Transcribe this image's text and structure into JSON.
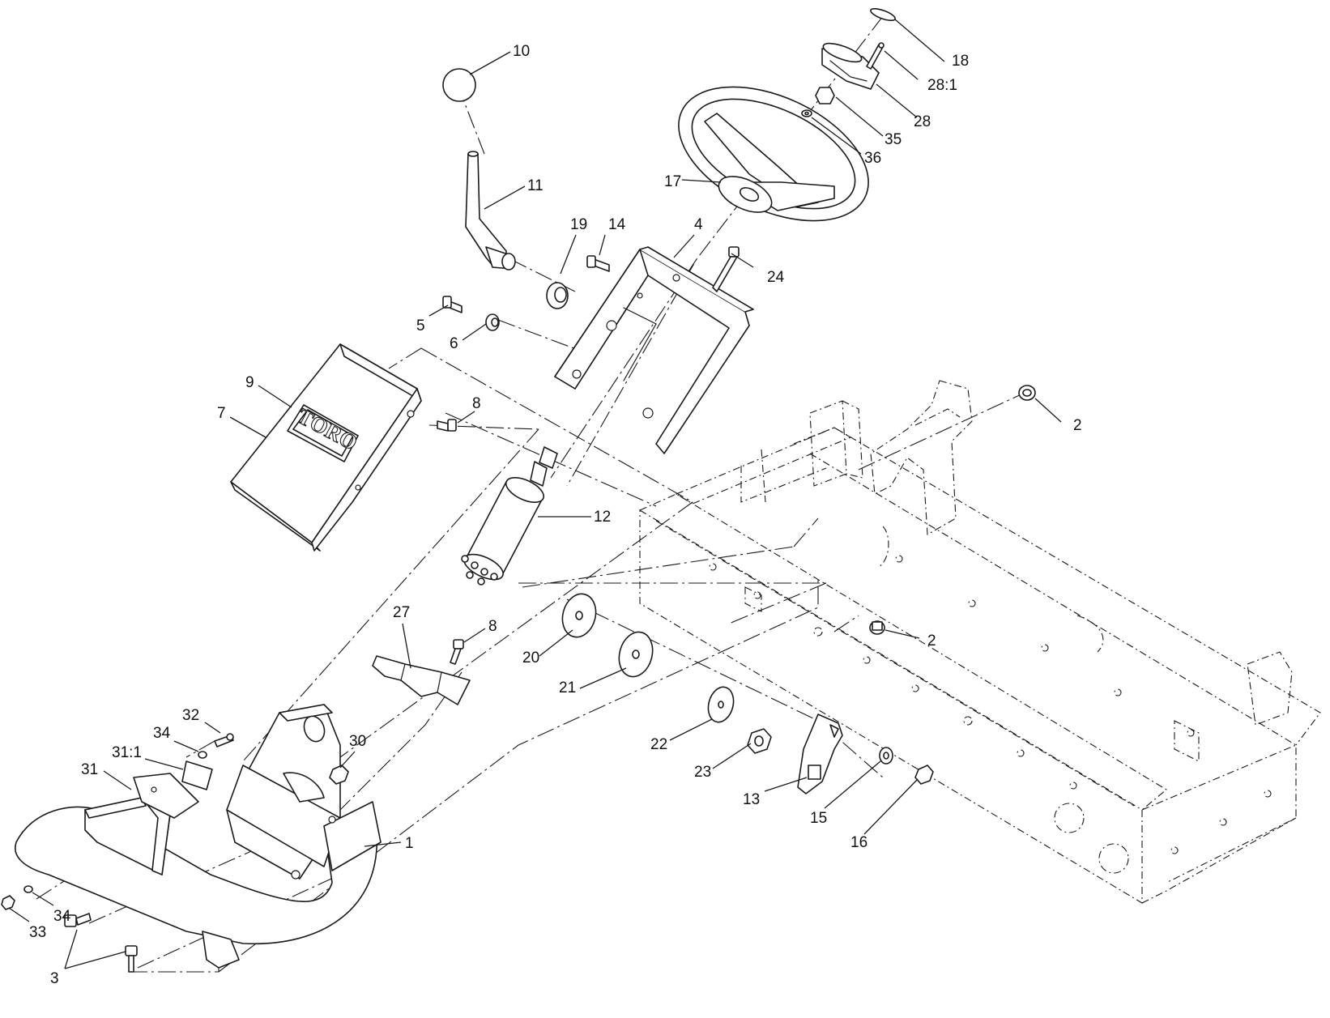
{
  "brand_logo": "TORO",
  "callouts": [
    {
      "id": "c10",
      "label": "10"
    },
    {
      "id": "c11",
      "label": "11"
    },
    {
      "id": "c19",
      "label": "19"
    },
    {
      "id": "c14",
      "label": "14"
    },
    {
      "id": "c4",
      "label": "4"
    },
    {
      "id": "c24",
      "label": "24"
    },
    {
      "id": "c5",
      "label": "5"
    },
    {
      "id": "c6",
      "label": "6"
    },
    {
      "id": "c9",
      "label": "9"
    },
    {
      "id": "c7",
      "label": "7"
    },
    {
      "id": "c8a",
      "label": "8"
    },
    {
      "id": "c12",
      "label": "12"
    },
    {
      "id": "c17",
      "label": "17"
    },
    {
      "id": "c18",
      "label": "18"
    },
    {
      "id": "c28_1",
      "label": "28:1"
    },
    {
      "id": "c28",
      "label": "28"
    },
    {
      "id": "c35",
      "label": "35"
    },
    {
      "id": "c36",
      "label": "36"
    },
    {
      "id": "c2a",
      "label": "2"
    },
    {
      "id": "c2b",
      "label": "2"
    },
    {
      "id": "c27",
      "label": "27"
    },
    {
      "id": "c8b",
      "label": "8"
    },
    {
      "id": "c20",
      "label": "20"
    },
    {
      "id": "c21",
      "label": "21"
    },
    {
      "id": "c22",
      "label": "22"
    },
    {
      "id": "c23",
      "label": "23"
    },
    {
      "id": "c13",
      "label": "13"
    },
    {
      "id": "c15",
      "label": "15"
    },
    {
      "id": "c16",
      "label": "16"
    },
    {
      "id": "c32",
      "label": "32"
    },
    {
      "id": "c34a",
      "label": "34"
    },
    {
      "id": "c31_1",
      "label": "31:1"
    },
    {
      "id": "c31",
      "label": "31"
    },
    {
      "id": "c30",
      "label": "30"
    },
    {
      "id": "c1",
      "label": "1"
    },
    {
      "id": "c34b",
      "label": "34"
    },
    {
      "id": "c33",
      "label": "33"
    },
    {
      "id": "c3",
      "label": "3"
    }
  ]
}
